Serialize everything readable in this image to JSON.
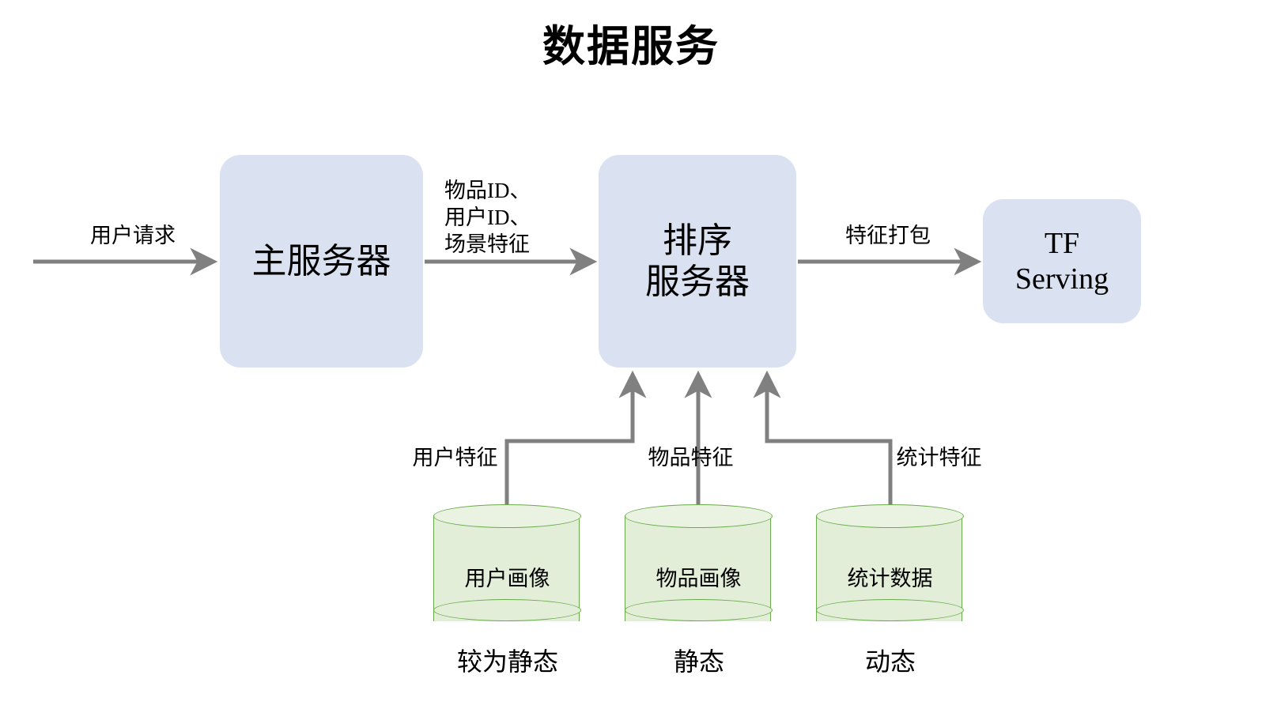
{
  "title": "数据服务",
  "colors": {
    "process_fill": "#dae1f0",
    "cylinder_fill": "#e2eed8",
    "cylinder_stroke": "#6aab4a",
    "connector": "#808080",
    "text": "#000000",
    "background": "#ffffff"
  },
  "nodes": {
    "main_server": "主服务器",
    "rank_server": "排序\n服务器",
    "tf_serving": "TF\nServing"
  },
  "edges": {
    "user_request": "用户请求",
    "ids_and_scene": "物品ID、\n用户ID、\n场景特征",
    "feature_package": "特征打包",
    "user_feature": "用户特征",
    "item_feature": "物品特征",
    "stat_feature": "统计特征"
  },
  "datastores": [
    {
      "label": "用户画像",
      "caption": "较为静态"
    },
    {
      "label": "物品画像",
      "caption": "静态"
    },
    {
      "label": "统计数据",
      "caption": "动态"
    }
  ]
}
